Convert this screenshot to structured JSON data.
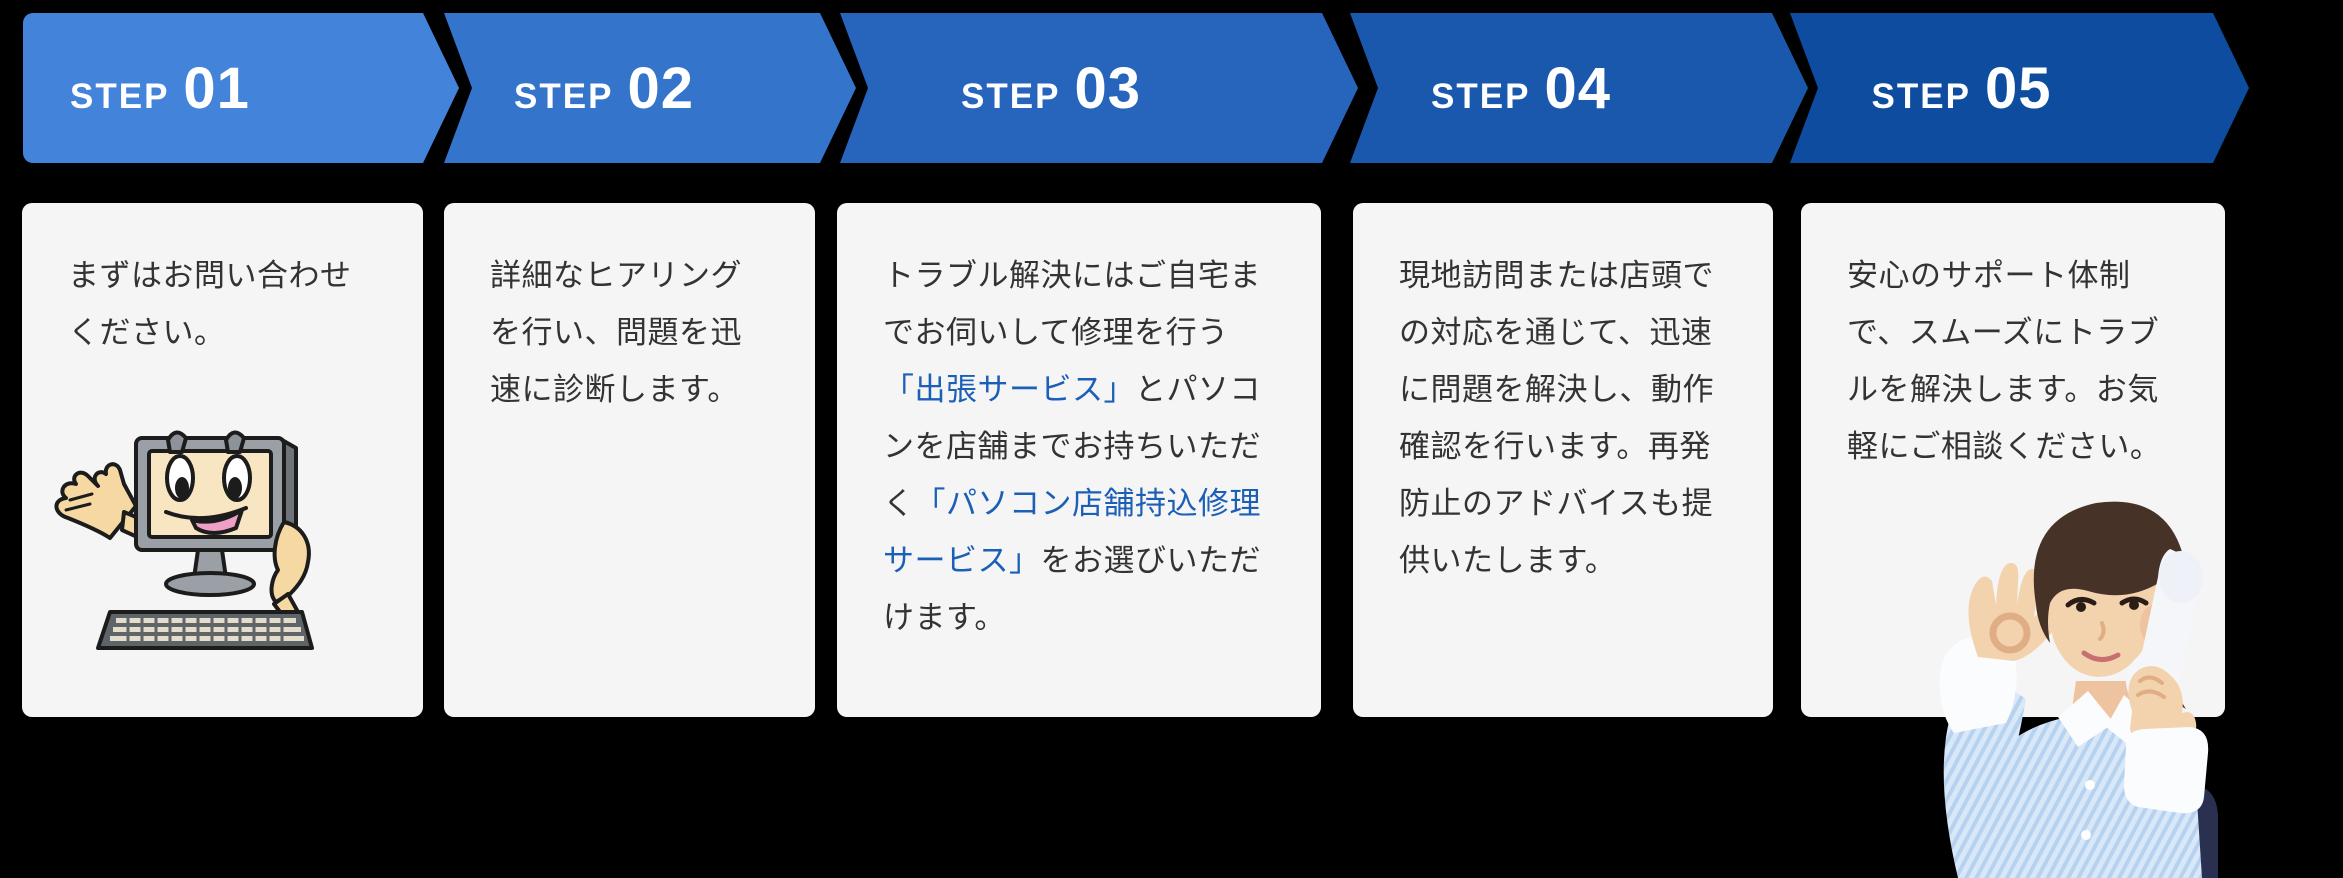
{
  "process": {
    "steps": [
      {
        "label": "STEP",
        "number": "01",
        "body": "まずはお問い合わせください。"
      },
      {
        "label": "STEP",
        "number": "02",
        "body": "詳細なヒアリングを行い、問題を迅速に診断します。"
      },
      {
        "label": "STEP",
        "number": "03",
        "segments": [
          {
            "type": "text",
            "text": "トラブル解決にはご自宅までお伺いして修理を行う"
          },
          {
            "type": "link",
            "text": "「出張サービス」"
          },
          {
            "type": "text",
            "text": "とパソコンを店舗までお持ちいただく"
          },
          {
            "type": "link",
            "text": "「パソコン店舗持込修理サービス」"
          },
          {
            "type": "text",
            "text": "をお選びいただけます。"
          }
        ]
      },
      {
        "label": "STEP",
        "number": "04",
        "body": "現地訪問または店頭での対応を通じて、迅速に問題を解決し、動作確認を行います。再発防止のアドバイスも提供いたします。"
      },
      {
        "label": "STEP",
        "number": "05",
        "body": "安心のサポート体制で、スムーズにトラブルを解決します。お気軽にご相談ください。"
      }
    ]
  },
  "colors": {
    "background": "#000000",
    "arrow_step1": "#4384da",
    "arrow_step2": "#3474cb",
    "arrow_step3": "#2765bc",
    "arrow_step4": "#1a58ad",
    "arrow_step5": "#0e4c9f",
    "card_bg": "#f5f5f6",
    "body_text": "#333333",
    "link_blue": "#1b5fb6",
    "step_text": "#ffffff"
  },
  "illustrations": [
    {
      "name": "computer-mascot-illustration",
      "description": "smiling cartoon PC monitor with hands and keyboard"
    },
    {
      "name": "support-woman-photo",
      "description": "woman with phone handset making OK sign"
    }
  ]
}
